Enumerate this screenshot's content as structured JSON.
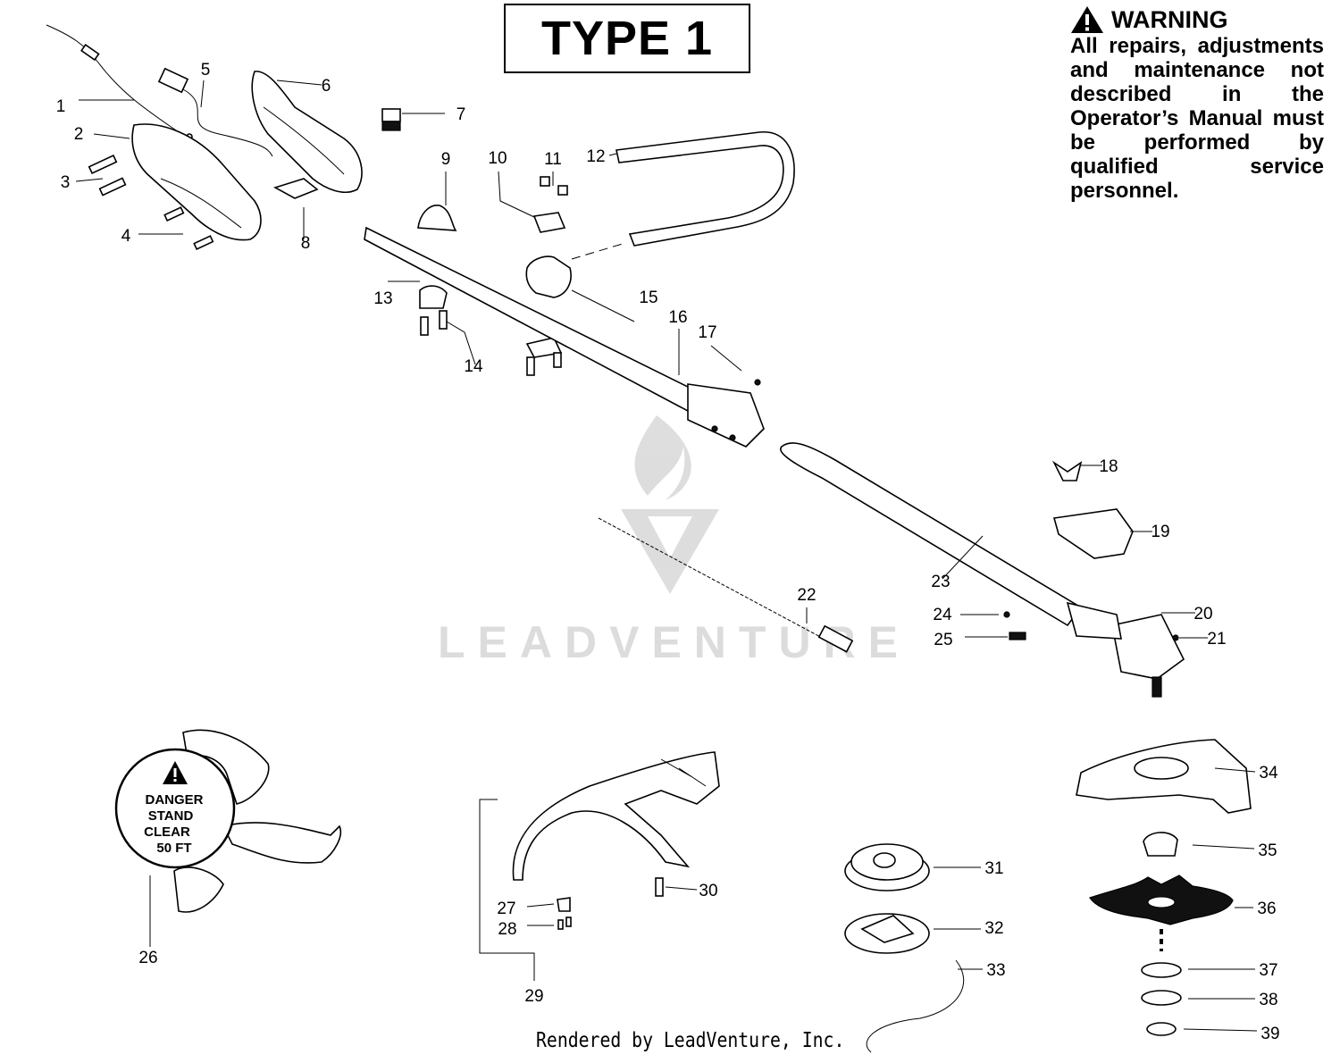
{
  "title": "TYPE 1",
  "warning": {
    "heading": "WARNING",
    "text": "All repairs, adjustments and maintenance not described in the Operator’s Manual must be performed by qualified service personnel."
  },
  "decal_lines": [
    "DANGER",
    "STAND",
    "CLEAR",
    "50 FT"
  ],
  "watermark": "LEADVENTURE",
  "footer": "Rendered by LeadVenture, Inc.",
  "callouts": [
    "1",
    "2",
    "3",
    "4",
    "5",
    "6",
    "7",
    "8",
    "9",
    "10",
    "11",
    "12",
    "13",
    "14",
    "15",
    "16",
    "17",
    "18",
    "19",
    "20",
    "21",
    "22",
    "23",
    "24",
    "25",
    "26",
    "27",
    "28",
    "29",
    "30",
    "31",
    "32",
    "33",
    "34",
    "35",
    "36",
    "37",
    "38",
    "39"
  ]
}
